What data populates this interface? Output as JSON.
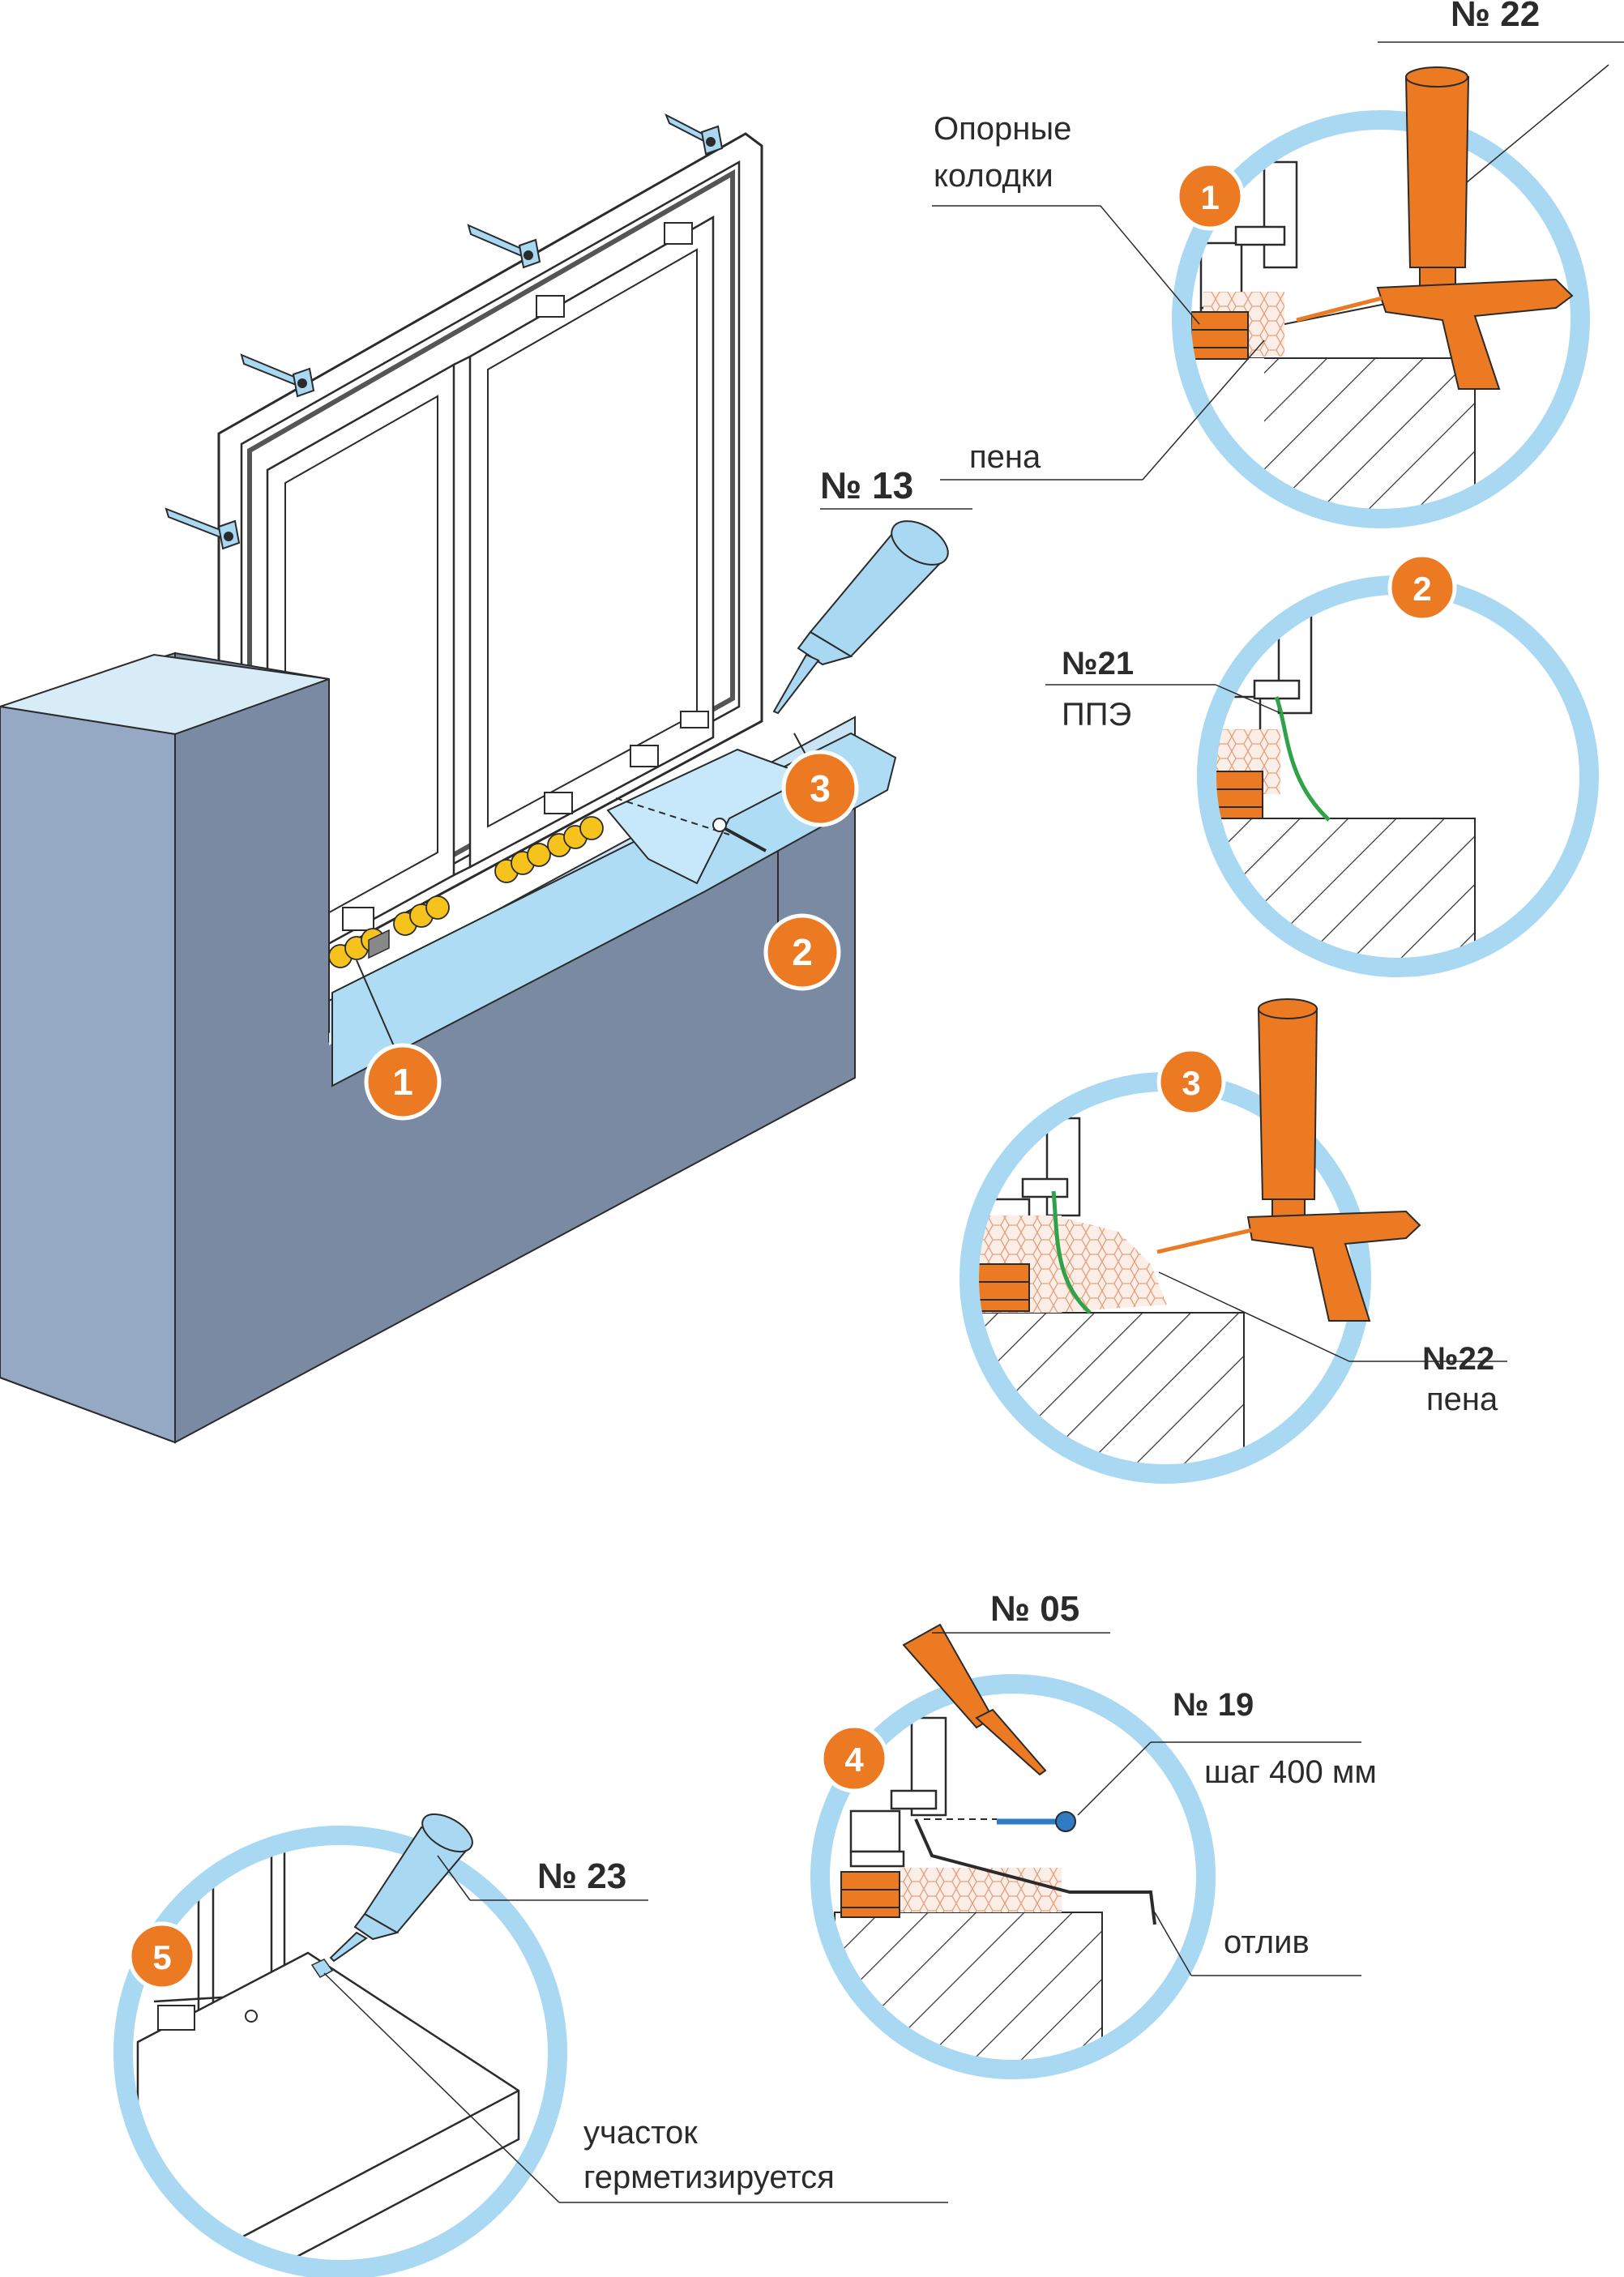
{
  "colors": {
    "ring": "#a9d8f2",
    "orange": "#ec7a23",
    "wall_front": "#7a8aa3",
    "wall_side": "#8fa3c0",
    "wall_top": "#d8ecf8",
    "membrane": "#aedcf5",
    "tape_green": "#2ea34a",
    "foam": "#f5d6c4",
    "text": "#2b2b2b"
  },
  "main_view": {
    "badge_1": "1",
    "badge_2": "2",
    "badge_3": "3",
    "tool_label": "№ 13"
  },
  "detail_1": {
    "badge": "1",
    "tool_label": "№ 22",
    "blocks_label_line1": "Опорные",
    "blocks_label_line2": "колодки",
    "foam_label": "пена"
  },
  "detail_2": {
    "badge": "2",
    "tape_code": "№21",
    "tape_label": "ППЭ"
  },
  "detail_3": {
    "badge": "3",
    "tool_label": "№22",
    "foam_label": "пена"
  },
  "detail_4": {
    "badge": "4",
    "tool_label": "№ 05",
    "screw_label": "№ 19",
    "step_label": "шаг 400 мм",
    "sill_label": "отлив"
  },
  "detail_5": {
    "badge": "5",
    "tool_label": "№ 23",
    "note_line1": "участок",
    "note_line2": "герметизируется"
  }
}
